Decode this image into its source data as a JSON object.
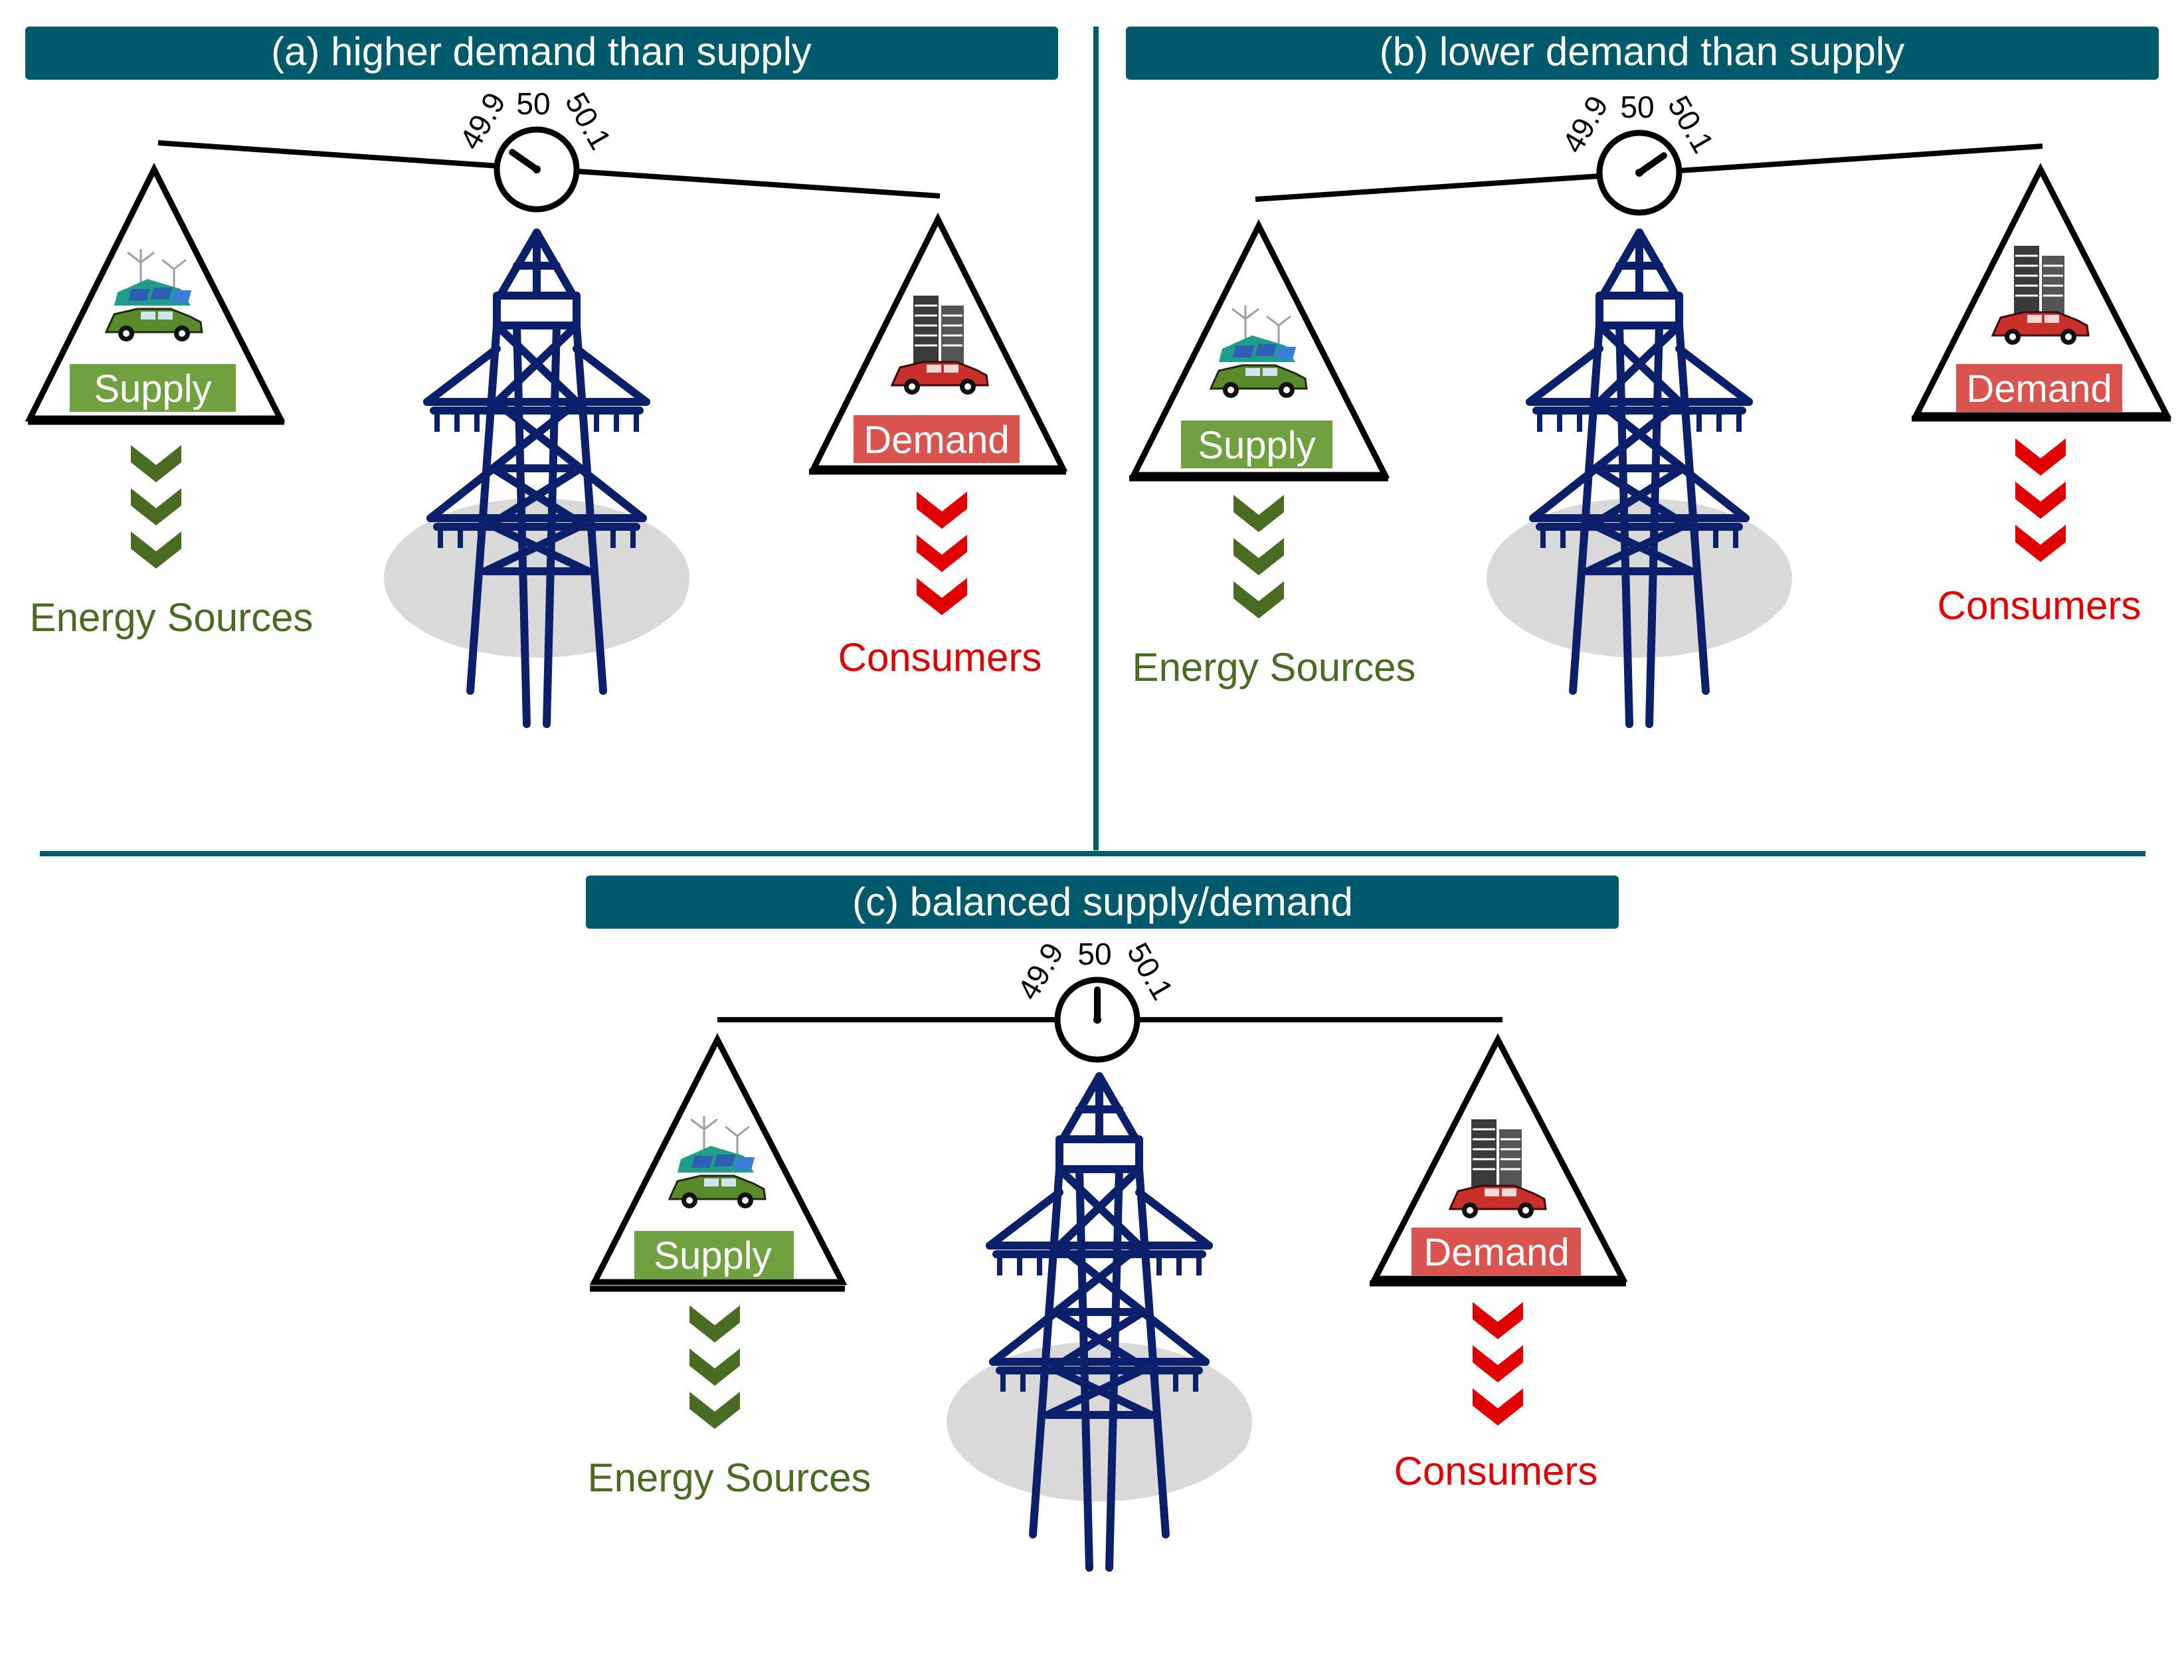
{
  "panels": [
    {
      "title": "(a) higher demand than supply",
      "gauge": {
        "low_label": "49.9",
        "mid_label": "50",
        "high_label": "50.1",
        "reading_hz": 49.9
      },
      "balance_state": "demand-heavier",
      "supply": {
        "label": "Supply",
        "source_label": "Energy Sources"
      },
      "demand": {
        "label": "Demand",
        "sink_label": "Consumers"
      }
    },
    {
      "title": "(b) lower demand than supply",
      "gauge": {
        "low_label": "49.9",
        "mid_label": "50",
        "high_label": "50.1",
        "reading_hz": 50.1
      },
      "balance_state": "supply-heavier",
      "supply": {
        "label": "Supply",
        "source_label": "Energy Sources"
      },
      "demand": {
        "label": "Demand",
        "sink_label": "Consumers"
      }
    },
    {
      "title": "(c) balanced supply/demand",
      "gauge": {
        "low_label": "49.9",
        "mid_label": "50",
        "high_label": "50.1",
        "reading_hz": 50
      },
      "balance_state": "balanced",
      "supply": {
        "label": "Supply",
        "source_label": "Energy Sources"
      },
      "demand": {
        "label": "Demand",
        "sink_label": "Consumers"
      }
    }
  ],
  "colors": {
    "title_bar": "#005a6b",
    "supply_green": "#70a040",
    "supply_text": "#4a6b22",
    "demand_red": "#d9534f",
    "consumers_red": "#e00000",
    "tower_blue": "#0b1f6b",
    "ground_gray": "#d9d9d9",
    "divider": "#005a6b"
  }
}
